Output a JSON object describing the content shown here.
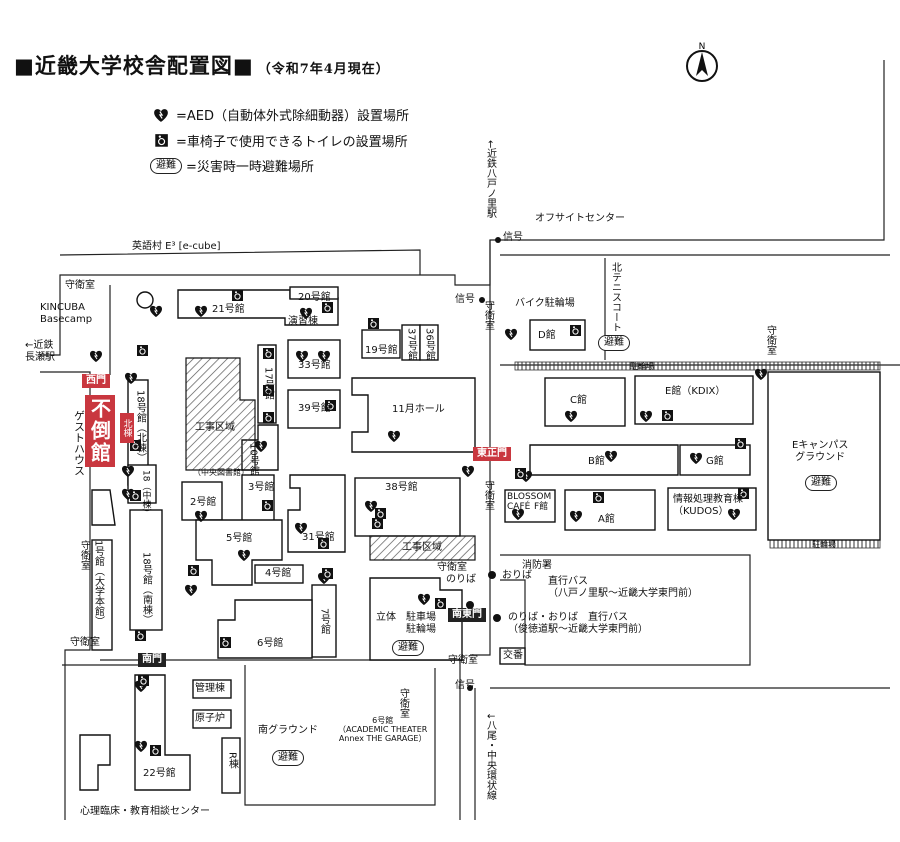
{
  "title": {
    "main": "■近畿大学校舎配置図■",
    "sub": "（令和7年4月現在）"
  },
  "legend": {
    "aed": "=AED（自動体外式除細動器）設置場所",
    "toilet": "=車椅子で使用できるトイレの設置場所",
    "evac_badge": "避難",
    "evac": "=災害時一時避難場所"
  },
  "compass": "N",
  "gates": {
    "west": "西門",
    "east_main": "東正門",
    "south_east": "南東門",
    "south": "南門"
  },
  "stations": {
    "nagase": "←近鉄\n長瀬駅",
    "yaenosato": "←近鉄八戸ノ里駅"
  },
  "roads": {
    "chuo": "↓八尾・中央環状線",
    "kita": "北テニスコート"
  },
  "labels": {
    "eigomura": "英語村 E³ [e-cube]",
    "kincuba": "KINCUBA\nBasecamp",
    "guard": "守衛室",
    "offsite": "オフサイトセンター",
    "signal": "信号",
    "bike": "バイク駐輪場",
    "dkan": "D館",
    "chulin": "駐輪場",
    "ckan": "C館",
    "ekan": "E館（KDIX）",
    "egr": "Eキャンパス\nグラウンド",
    "bkan": "B館",
    "gkan": "G館",
    "akan": "A館",
    "fkan": "F館",
    "blossom": "BLOSSOM\nCAFÉ",
    "joho": "情報処理教育棟\n（KUDOS）",
    "shobo": "消防署",
    "oriba": "おりば",
    "bus1": "直行バス\n（八戸ノ里駅～近畿大学東門前）",
    "bus2": "のりば・おりば　直行バス\n（俊徳道駅～近畿大学東門前）",
    "koban": "交番",
    "noriba": "のりば",
    "b21": "21号館",
    "b20": "20号館",
    "engeki": "演習棟",
    "b19": "19号館",
    "b37": "37号館",
    "b36": "36号館",
    "b33": "33号館",
    "b39": "39号館",
    "b17": "17号館",
    "hall11": "11月ホール",
    "kouji1": "工事区域",
    "b10": "10号館",
    "chuotosho": "（中央図書館）",
    "b38": "38号館",
    "kouji2": "工事区域",
    "b2": "2号館",
    "b3": "3号館",
    "b5": "5号館",
    "b31": "31号館",
    "b4": "4号館",
    "b7": "7号館",
    "b6": "6号館",
    "rittai": "立体　駐車場\n　　　駐輪場",
    "b18n": "18号館（北棟）",
    "b18c": "18（中棟）",
    "b18s": "18号館（南棟）",
    "b1": "1号館（大学本館）",
    "guest": "ゲストハウス",
    "fudokan": "不倒館",
    "kitato": "北棟",
    "kanri": "管理棟",
    "genshiro": "原子炉",
    "rto": "R棟",
    "b22": "22号館",
    "shinri": "心理臨床・教育相談センター",
    "southgr": "南グラウンド",
    "b6annex": "6号館\n（ACADEMIC THEATER\nAnnex THE GARAGE）"
  },
  "colors": {
    "accent": "#c9373f",
    "ink": "#111111",
    "hatch": "#555555"
  },
  "icons": [
    "aed-icon",
    "wheelchair-toilet-icon",
    "north-arrow-icon",
    "bus-stop-icon"
  ]
}
